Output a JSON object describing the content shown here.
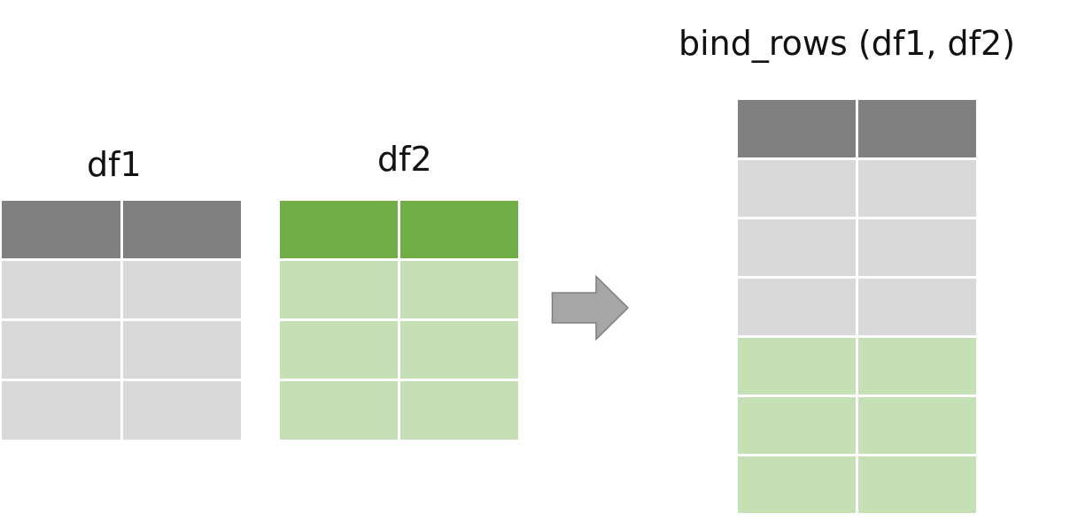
{
  "labels": {
    "df1": "df1",
    "df2": "df2",
    "result": "bind_rows (df1, df2)"
  },
  "colors": {
    "df1_header": "#808080",
    "df1_body": "#d9d9d9",
    "df2_header": "#70ad47",
    "df2_body": "#c5e0b4",
    "arrow_fill": "#a6a6a6",
    "arrow_stroke": "#7f7f7f"
  },
  "icons": {
    "arrow": "right-arrow-icon"
  },
  "tables": {
    "df1": {
      "columns": 2,
      "data_rows": 3,
      "source": "df1"
    },
    "df2": {
      "columns": 2,
      "data_rows": 3,
      "source": "df2"
    },
    "result": {
      "columns": 2,
      "row_sources": [
        "df1",
        "df1",
        "df1",
        "df2",
        "df2",
        "df2"
      ]
    }
  }
}
